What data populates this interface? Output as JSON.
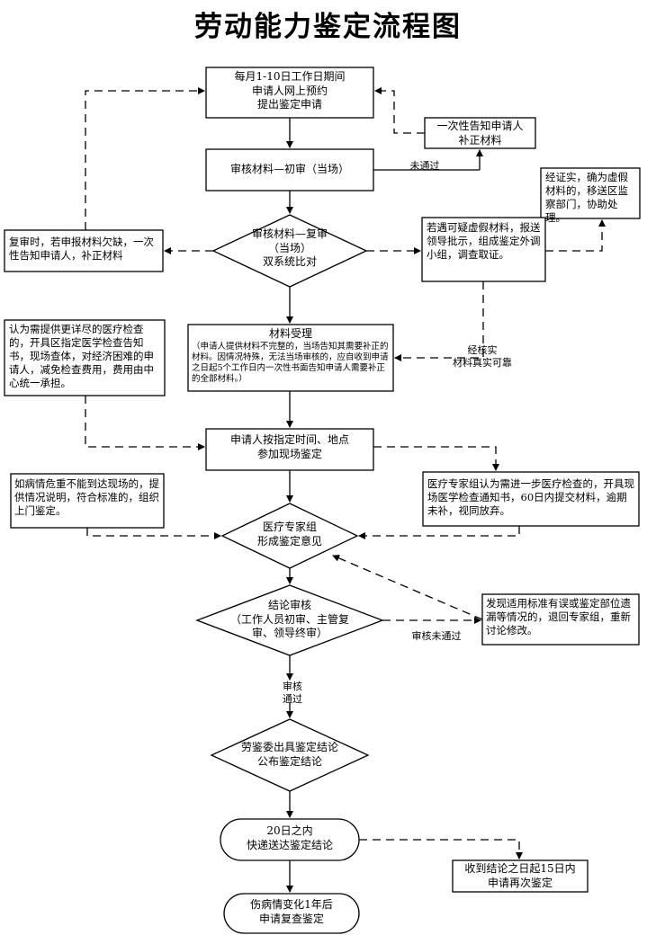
{
  "title": "劳动能力鉴定流程图",
  "nodes": {
    "apply": "每月1-10日工作日期间\n申请人网上预约\n提出鉴定申请",
    "notify_once": "一次性告知申请人\n补正材料",
    "first_review": "审核材料—初审（当场）",
    "not_passed": "未通过",
    "proven": "经证实，确为虚假材料的，移送区监察部门，协助处理。",
    "second_review": "审核材料—复审\n（当场）\n双系统比对",
    "recheck_missing": "复审时，若申报材料欠缺，一次性告知申请人，补正材料",
    "suspect_fake": "若遇可疑虚假材料，报送领导批示，组成鉴定外调小组，调查取证。",
    "material_title": "材料受理",
    "material_note": "（申请人提供材料不完整的，当场告知其需要补正的材料。因情况特殊，无法当场审核的，应自收到申请之日起5个工作日内一次性书面告知申请人需要补正的全部材料。）",
    "verified": "经核实\n材料真实可靠",
    "need_exam": "认为需提供更详尽的医疗检查的，开具区指定医学检查告知书，现场查体，对经济困难的申请人，减免检查费用，费用由中心统一承担。",
    "onsite": "申请人按指定时间、地点\n参加现场鉴定",
    "home_visit": "如病情危重不能到达现场的，提供情况说明，符合标准的，组织上门鉴定。",
    "expert_exam": "医疗专家组认为需进一步医疗检查的，开具现场医学检查通知书，60日内提交材料，逾期未补，视同放弃。",
    "expert_opinion": "医疗专家组\n形成鉴定意见",
    "conclusion_review": "结论审核\n（工作人员初审、主管复\n审、领导终审）",
    "return_expert": "发现适用标准有误或鉴定部位遗漏等情况的，退回专家组，重新讨论修改。",
    "review_failed": "审核未通过",
    "review_passed": "审核\n通过",
    "committee": "劳鉴委出具鉴定结论\n公布鉴定结论",
    "deliver": "20日之内\n快递送达鉴定结论",
    "reapply": "收到结论之日起15日内\n申请再次鉴定",
    "recheck": "伤病情变化1年后\n申请复查鉴定"
  }
}
